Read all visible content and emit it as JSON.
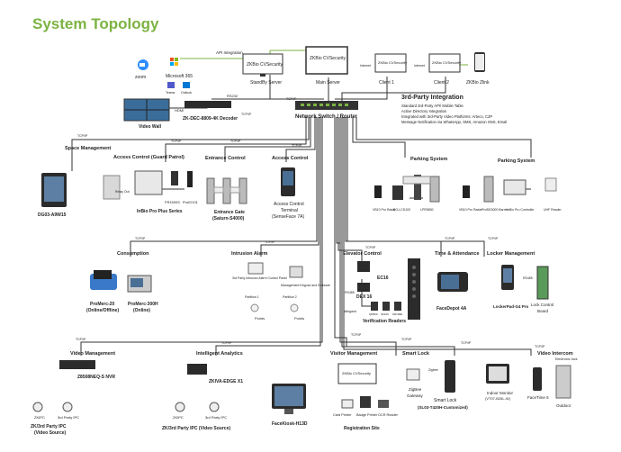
{
  "title": "System Topology",
  "labels": {
    "api_integration": "API Integration",
    "zoom": "zoom",
    "microsoft365": "Microsoft 365",
    "teams": "Teams",
    "outlook": "Outlook",
    "standby_server": "StandBy Server",
    "main_server": "Main Server",
    "client1": "Client 1",
    "client2": "Client 2",
    "zkbio_zlink": "ZKBio Zlink",
    "internet": "Internet",
    "hdmi": "HDMI",
    "rs232": "RS232",
    "decoder": "ZK-DEC-8809-4K Decoder",
    "video_wall": "Video Wall",
    "network_switch": "Network Switch / Router",
    "tcpip": "TCP/IP",
    "third_party_title": "3rd-Party Integration",
    "third_party_lines": [
      "Standard 3rd-Party API/ Mobile Table",
      "Active Directory Integration",
      "Integrated with 3rd-Party Video Platforms: Arteco, C2P",
      "Message Notification via WhatsApp, SMS, Amazon SNS, Email"
    ],
    "space_management": "Space Management",
    "dg03": "DG03-A9W15",
    "access_guard": "Access Control (Guard Patrol)",
    "relay_out": "Relay Out",
    "fr1500s": "FR1500S",
    "prid101": "ProID101",
    "inbio_pro_plus": "InBio Pro Plus Series",
    "entrance_control": "Entrance Control",
    "entrance_gate": "Entrance Gate",
    "entrance_gate_model": "(Saturn-S4000)",
    "access_control": "Access Control",
    "access_terminal": "Access Control",
    "access_terminal2": "Terminal",
    "access_terminal_model": "(SenseFace 7A)",
    "parking_system": "Parking System",
    "parking_system2": "Parking System",
    "parking_labels": [
      "VB10 Pro Radar",
      "BG-LCD100",
      "LPR5800",
      "VB10 Pro Radar",
      "ProBG3000 Barrier",
      "InBio Pro Controller",
      "UHF Reader"
    ],
    "consumption": "Consumption",
    "promerc20": "ProMerc-20",
    "promerc20_sub": "(Online/Offline)",
    "promerc300h": "ProMerc-300H",
    "promerc300h_sub": "(Online)",
    "intrusion_alarm": "Intrusion Alarm",
    "intrusion_panel": "3rd Party Intrusion Alarm Control Panel",
    "mgmt_keypad": "Management Keypad and Software",
    "partition1": "Partition 1",
    "partition2": "Partition 2",
    "points": "Points",
    "points2": "Points",
    "elevator_control": "Elevator Control",
    "ec16": "EC16",
    "dex16": "DEX 16",
    "rs485": "RS485",
    "wiegand": "Wiegand",
    "verification_readers": "Verification Readers",
    "reader_labels": [
      "QR500",
      "SF100",
      "KR100E"
    ],
    "time_attendance": "Time & Attendance",
    "faceddepot": "FaceDepot 4A",
    "locker_management": "Locker Management",
    "lockerpad": "LockerPad-G4 Pro",
    "lock_control": "Lock Control",
    "lock_control2": "Board",
    "video_management": "Video Management",
    "nvr": "Z8508NEQ-S NVR",
    "zk_ipc": "ZKIPC",
    "third_ipc": "3rd Party IPC",
    "video_source": "ZK/3rd Party IPC",
    "video_source2": "(Video Source)",
    "intelligent_analytics": "Intelligent Analytics",
    "edge_x1": "ZKIVA-EDGE X1",
    "zk_ipc2": "ZKIPC",
    "third_ipc2": "3rd Party IPC",
    "video_source3": "ZK/3rd Party IPC (Video Source)",
    "visitor_management": "Visitor Management",
    "facekiosk": "FaceKiosk-H13D",
    "card_printer": "Card Printer",
    "badge_printer": "Badge Printer",
    "ocr_reader": "OCR Reader",
    "registration_site": "Registration Site",
    "smart_lock": "Smart Lock",
    "zigbee": "Zigbee",
    "zigbee_gateway": "ZigBee",
    "zigbee_gateway2": "Gateway",
    "smart_lock_name": "Smart Lock",
    "smart_lock_model": "(SL03-T420H-Customized)",
    "video_intercom": "Video Intercom",
    "indoor_monitor": "Indoor Monitor",
    "indoor_monitor_model": "(VT07-B26L-W)",
    "electronic_lock": "Electronic lock",
    "facetime": "FaceTime 5",
    "outdoor": "Outdoor",
    "zkbio_cvsecurity": "ZKBio CVSecurity"
  },
  "colors": {
    "title": "#7cb342",
    "line": "#333333",
    "green": "#7cb342",
    "device_dark": "#2b2b2b"
  }
}
